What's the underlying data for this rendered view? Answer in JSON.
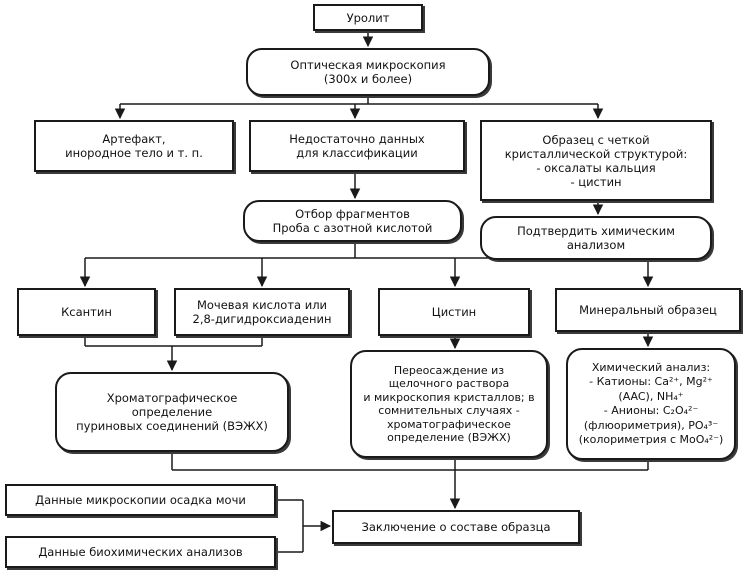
{
  "diagram": {
    "urolith": "Уролит",
    "optical": "Оптическая микроскопия\n(300х и более)",
    "artifact": "Артефакт,\nинородное тело и т. п.",
    "insufficient": "Недостаточно данных\nдля классификации",
    "crystalline": "Образец с четкой\nкристаллической структурой:\n- оксалаты кальция\n- цистин",
    "selection": "Отбор фрагментов\nПроба с азотной кислотой",
    "confirm": "Подтвердить химическим\nанализом",
    "xanthine": "Ксантин",
    "uric": "Мочевая кислота или\n2,8-дигидроксиаденин",
    "cystine": "Цистин",
    "mineral": "Минеральный образец",
    "chromatography": "Хроматографическое\nопределение\nпуриновых соединений (ВЭЖХ)",
    "reprecipitation": "Переосаждение из\nщелочного раствора\nи микроскопия кристаллов; в\nсомнительных случаях -\nхроматографическое\nопределение (ВЭЖХ)",
    "chemical": "Химический анализ:\n- Катионы: Ca²⁺, Mg²⁺\n(AAC), NH₄⁺\n- Анионы: C₂O₄²⁻\n(флюориметрия), PO₄³⁻\n(колориметрия с MoO₄²⁻)",
    "urine_microscopy": "Данные микроскопии осадка мочи",
    "biochem": "Данные биохимических анализов",
    "conclusion": "Заключение о составе образца"
  },
  "colors": {
    "line": "#1a1a1a",
    "shadow": "#3a3a3a",
    "background": "#ffffff"
  }
}
